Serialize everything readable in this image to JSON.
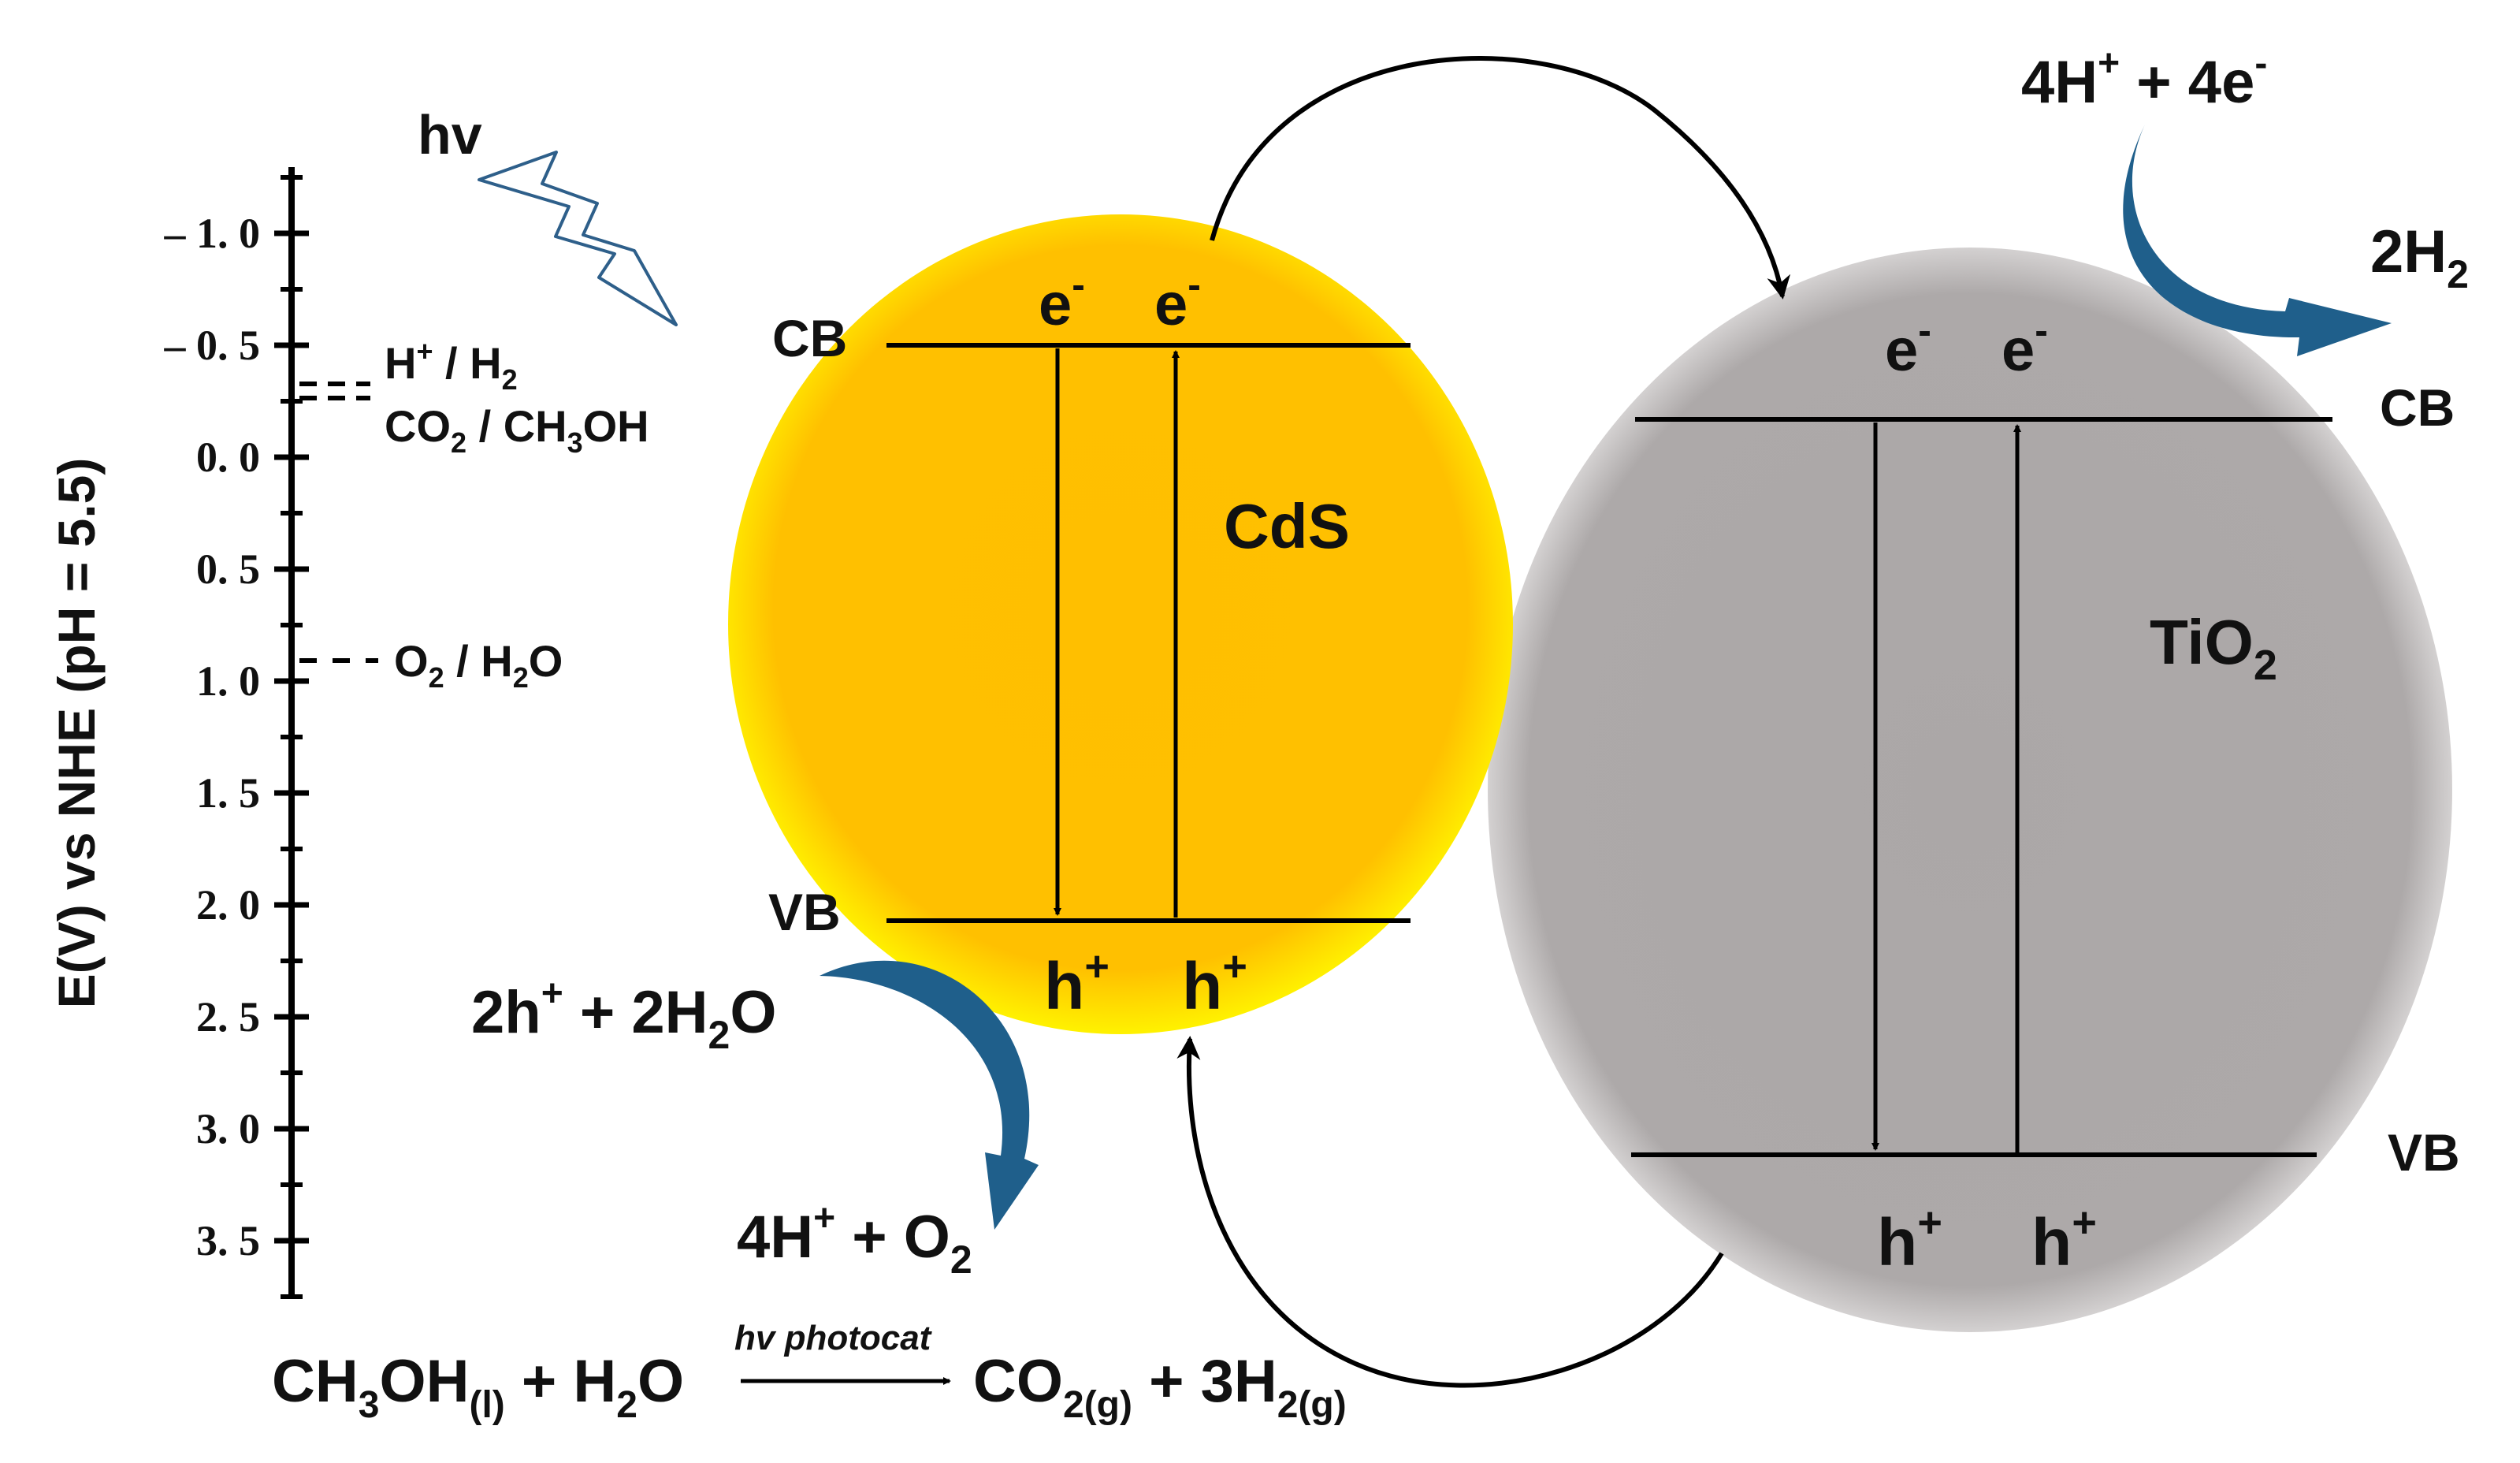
{
  "axis": {
    "label": "E(V) vs NHE (pH = 5.5)",
    "ticks": [
      {
        "value": -1.0,
        "label": "– 1. 0"
      },
      {
        "value": -0.5,
        "label": "– 0. 5"
      },
      {
        "value": 0.0,
        "label": "0. 0"
      },
      {
        "value": 0.5,
        "label": "0. 5"
      },
      {
        "value": 1.0,
        "label": "1. 0"
      },
      {
        "value": 1.5,
        "label": "1. 5"
      },
      {
        "value": 2.0,
        "label": "2. 0"
      },
      {
        "value": 2.5,
        "label": "2. 5"
      },
      {
        "value": 3.0,
        "label": "3. 0"
      },
      {
        "value": 3.5,
        "label": "3. 5"
      }
    ],
    "range": [
      -1.25,
      3.75
    ]
  },
  "light": {
    "label": "hv"
  },
  "redox": {
    "h_h2": {
      "prefix": "H",
      "sup": "+",
      "mid": " / H",
      "sub": "2",
      "potential": -0.41
    },
    "co2_ch3oh": {
      "a": "CO",
      "a_sub": "2",
      "b": " / CH",
      "b_sub": "3",
      "c": "OH",
      "potential": -0.38
    },
    "o2_h2o": {
      "a": "O",
      "a_sub": "2",
      "b": " / H",
      "b_sub": "2",
      "c": "O",
      "potential": 0.9
    }
  },
  "cds": {
    "name": "CdS",
    "cb_label": "CB",
    "vb_label": "VB",
    "electron": "e",
    "electron_sup": "-",
    "hole": "h",
    "hole_sup": "+",
    "color": "#FFC000"
  },
  "tio2": {
    "name": "TiO",
    "name_sub": "2",
    "cb_label": "CB",
    "vb_label": "VB",
    "electron": "e",
    "electron_sup": "-",
    "hole": "h",
    "hole_sup": "+",
    "color": "#ADA9A9"
  },
  "reactions": {
    "reduction_in": {
      "a": "4H",
      "a_sup": "+",
      "b": " + 4e",
      "b_sup": "-"
    },
    "reduction_out": {
      "a": "2H",
      "a_sub": "2"
    },
    "oxidation_in": {
      "a": "2h",
      "a_sup": "+",
      "b": " + 2H",
      "b_sub": "2",
      "c": "O"
    },
    "oxidation_out": {
      "a": "4H",
      "a_sup": "+",
      "b": " + O",
      "b_sub": "2"
    },
    "overall": {
      "r1": "CH",
      "r1_sub": "3",
      "r2": "OH",
      "r2_sub": "(l)",
      "r3": " + H",
      "r3_sub": "2",
      "r4": "O",
      "arrow_label": "hv photocat",
      "p1": "CO",
      "p1_sub": "2(g)",
      "p2": " + 3H",
      "p2_sub": "2(g)"
    }
  },
  "colors": {
    "curved_arrow": "#1F5F8B",
    "lightning": "#2E5F8A",
    "line": "#000000"
  }
}
